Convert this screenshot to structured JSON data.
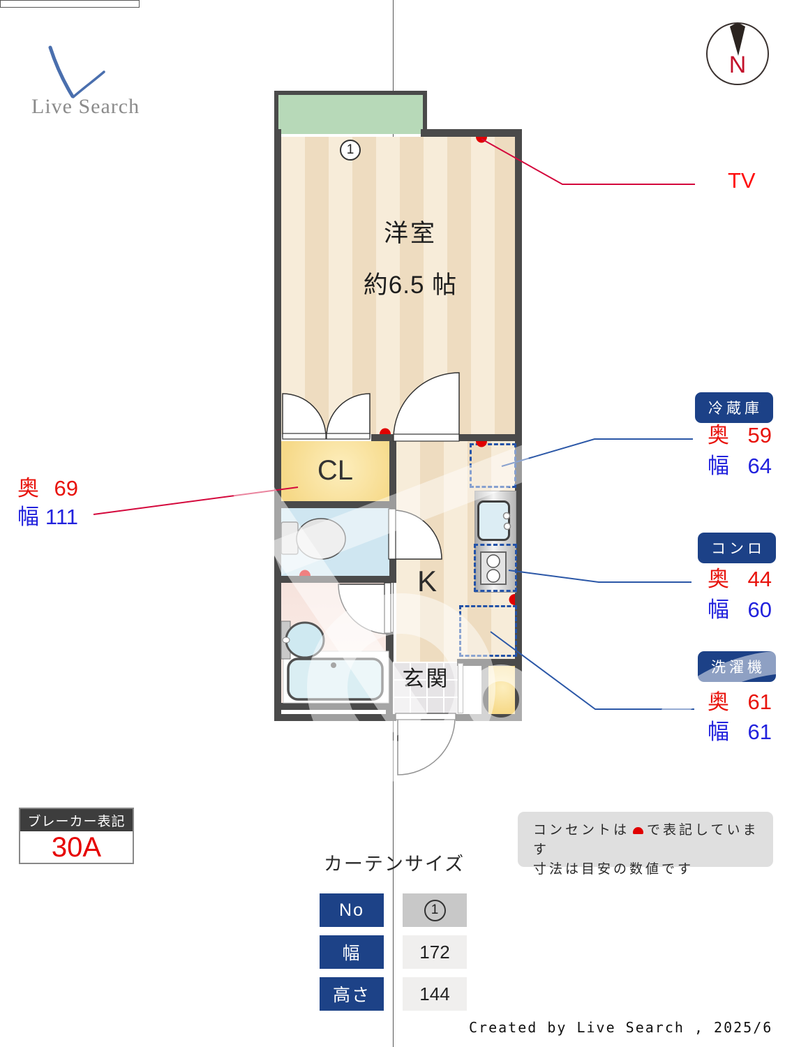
{
  "logo": {
    "text": "Live Search"
  },
  "compass": {
    "north": "N"
  },
  "plan": {
    "room_label": "洋室",
    "room_size": "約6.5 帖",
    "closet_label": "CL",
    "kitchen_label": "K",
    "entrance_label": "玄関",
    "curtain_marker": "1",
    "tv_label": "TV"
  },
  "dims": {
    "depth": "奥",
    "width": "幅"
  },
  "left_dim": {
    "depth_value": "69",
    "width_value": "111"
  },
  "appliances": {
    "fridge": {
      "name": "冷蔵庫",
      "depth": "59",
      "width": "64"
    },
    "stove": {
      "name": "コンロ",
      "depth": "44",
      "width": "60"
    },
    "washer": {
      "name": "洗濯機",
      "depth": "61",
      "width": "61"
    }
  },
  "breaker": {
    "title": "ブレーカー表記",
    "value": "30A"
  },
  "note": {
    "line1_pre": "コンセントは",
    "line1_post": "で表記しています",
    "line2": "寸法は目安の数値です"
  },
  "curtain": {
    "title": "カーテンサイズ",
    "no_header": "No",
    "no_value": "1",
    "width_header": "幅",
    "width_value": "172",
    "height_header": "高さ",
    "height_value": "144"
  },
  "footer": {
    "credit": "Created by Live Search , 2025/6"
  },
  "colors": {
    "depth_red": "#e8130c",
    "width_blue": "#2222dd",
    "badge_blue": "#1c4187",
    "outlet_red": "#e00000",
    "wall_gray": "#4a4a4a",
    "balcony_green": "#b7d9b8"
  }
}
